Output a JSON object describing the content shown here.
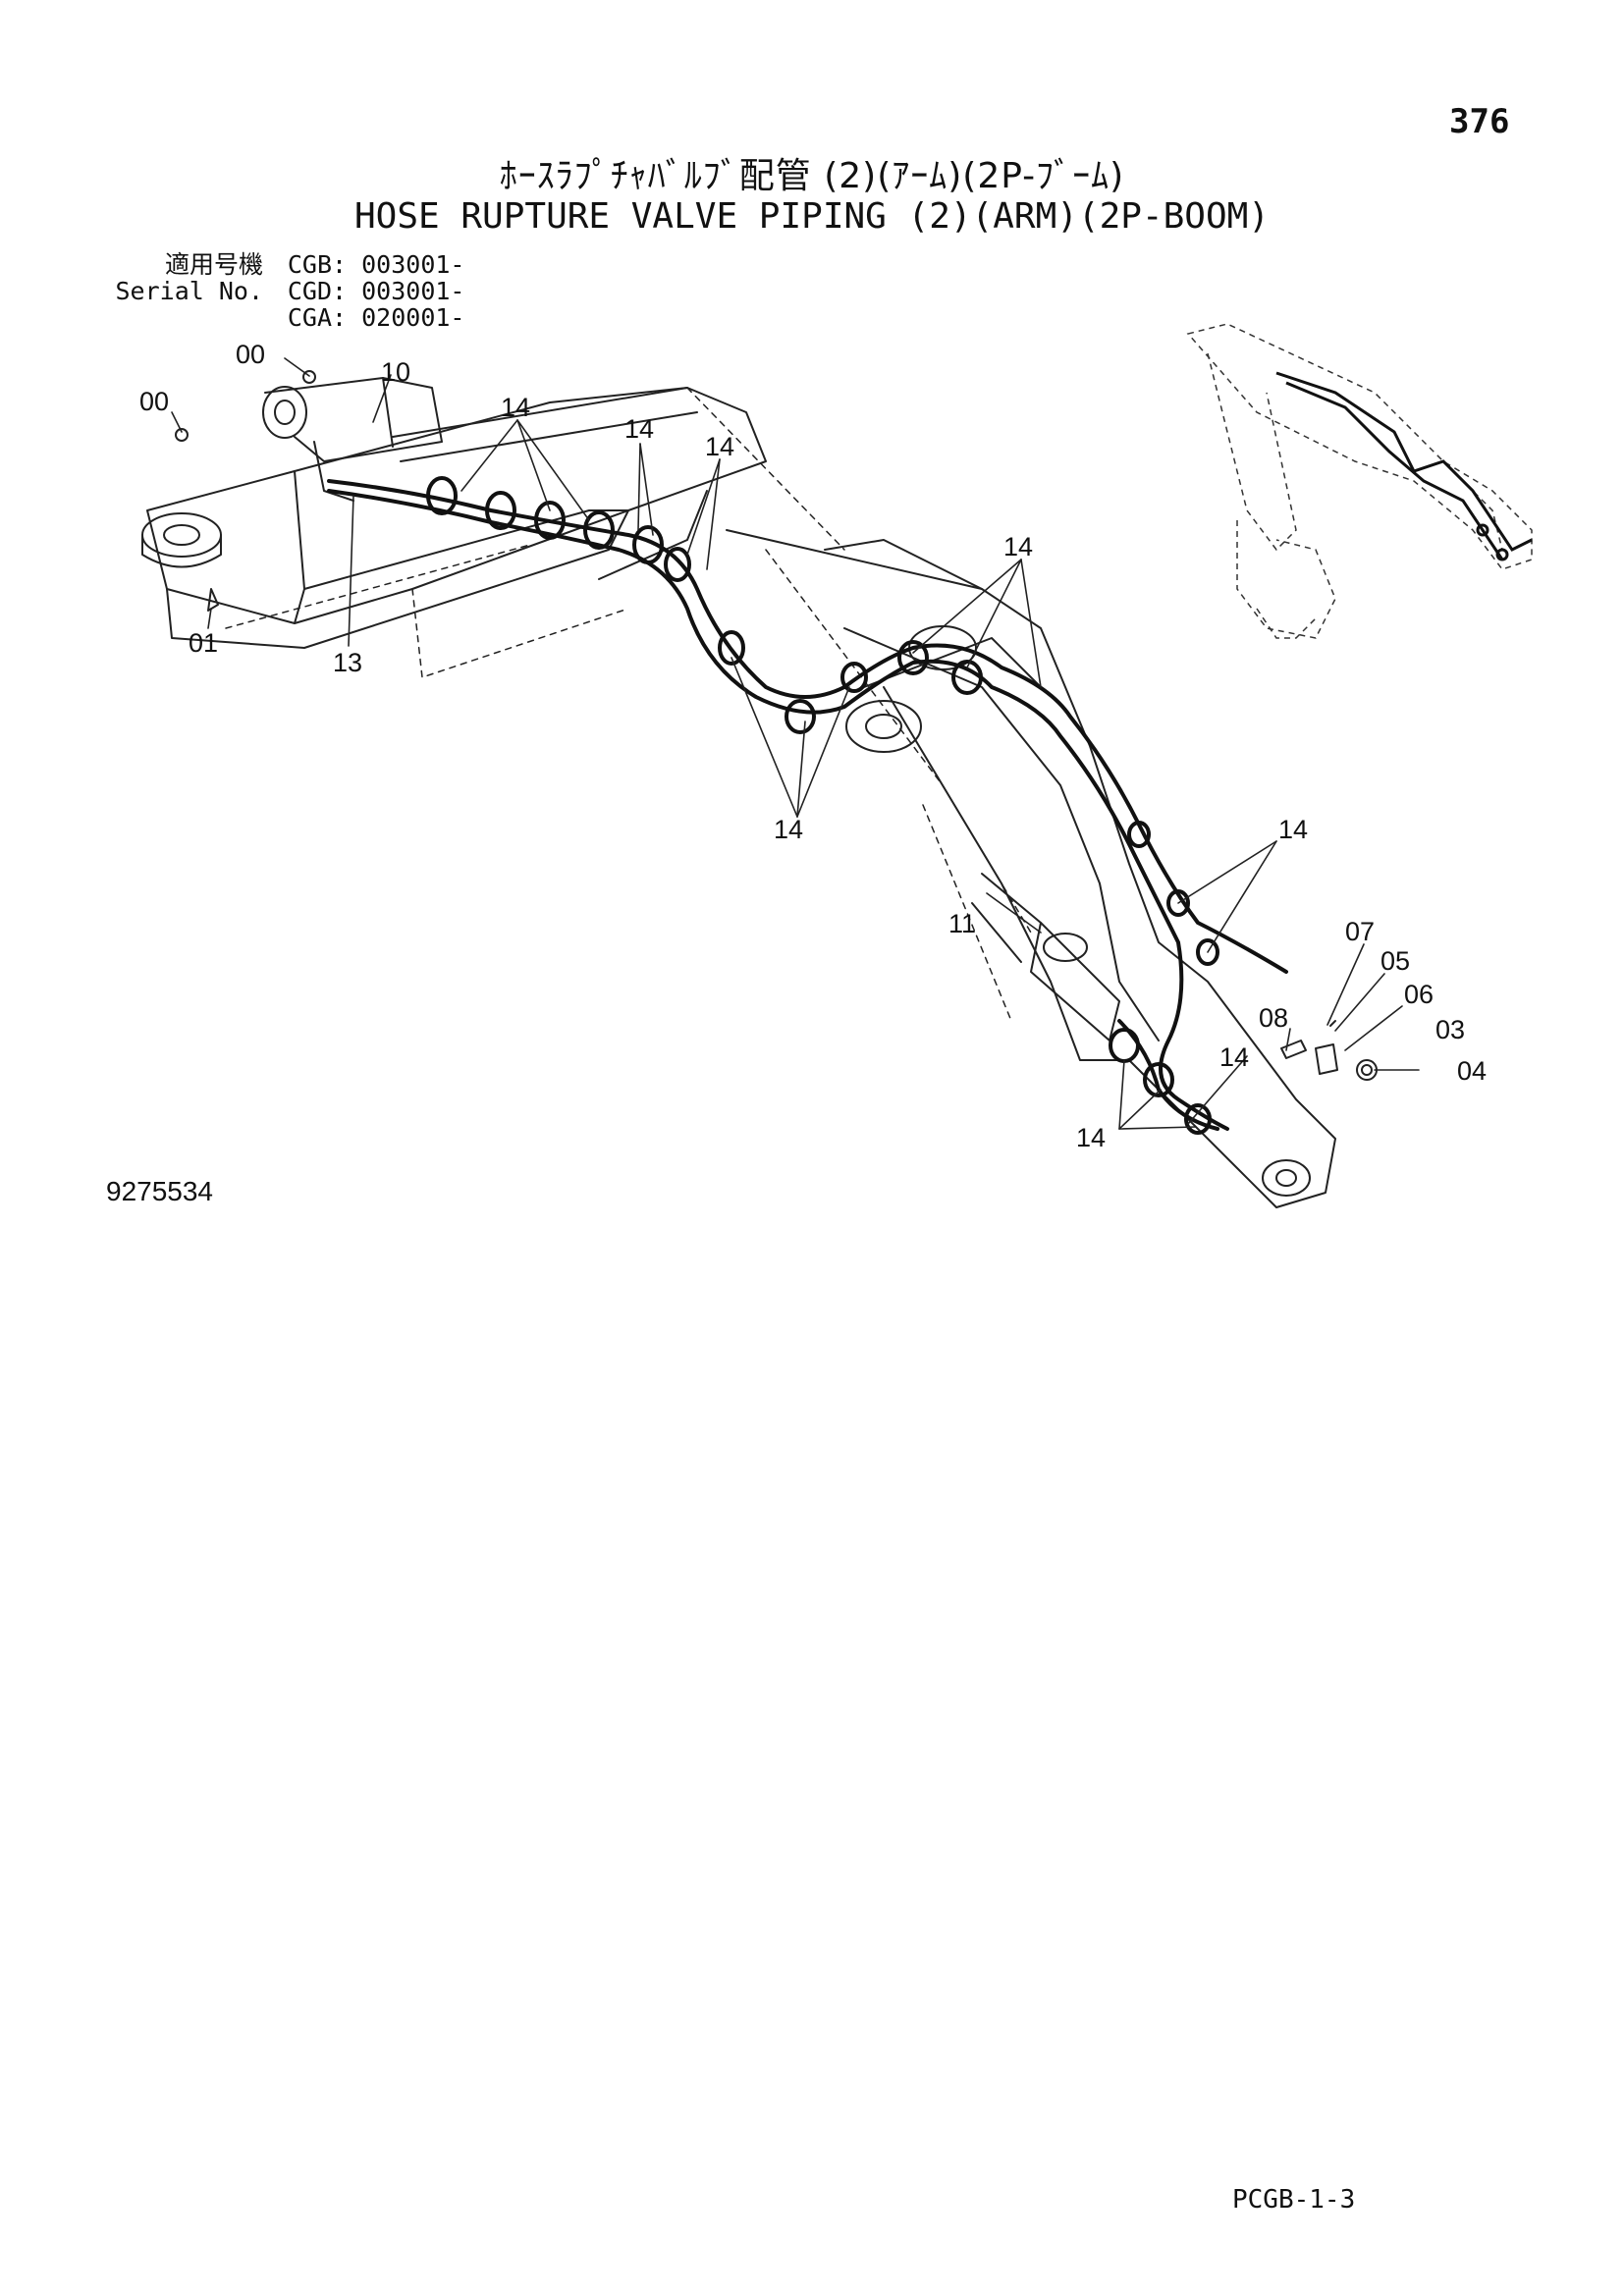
{
  "page": {
    "number": "376",
    "title_jp": "ﾎｰｽﾗﾌﾟﾁｬﾊﾞﾙﾌﾞ配管 (2)(ｱｰﾑ)(2P-ﾌﾞｰﾑ)",
    "title_en": "HOSE RUPTURE VALVE PIPING (2)(ARM)(2P-BOOM)",
    "drawing_number": "9275534",
    "sheet_code": "PCGB-1-3"
  },
  "applicability": {
    "label_jp": "適用号機",
    "label_en": "Serial No.",
    "entries": [
      {
        "model": "CGB",
        "serial": "003001-"
      },
      {
        "model": "CGD",
        "serial": "003001-"
      },
      {
        "model": "CGA",
        "serial": "020001-"
      }
    ]
  },
  "callouts": [
    {
      "id": "c-00a",
      "label": "00"
    },
    {
      "id": "c-00b",
      "label": "00"
    },
    {
      "id": "c-10",
      "label": "10"
    },
    {
      "id": "c-14a",
      "label": "14"
    },
    {
      "id": "c-14b",
      "label": "14"
    },
    {
      "id": "c-14c",
      "label": "14"
    },
    {
      "id": "c-01",
      "label": "01"
    },
    {
      "id": "c-13",
      "label": "13"
    },
    {
      "id": "c-14d",
      "label": "14"
    },
    {
      "id": "c-14e",
      "label": "14"
    },
    {
      "id": "c-14f",
      "label": "14"
    },
    {
      "id": "c-11",
      "label": "11"
    },
    {
      "id": "c-07",
      "label": "07"
    },
    {
      "id": "c-05",
      "label": "05"
    },
    {
      "id": "c-06",
      "label": "06"
    },
    {
      "id": "c-08",
      "label": "08"
    },
    {
      "id": "c-03",
      "label": "03"
    },
    {
      "id": "c-04",
      "label": "04"
    },
    {
      "id": "c-14g",
      "label": "14"
    },
    {
      "id": "c-14h",
      "label": "14"
    }
  ]
}
